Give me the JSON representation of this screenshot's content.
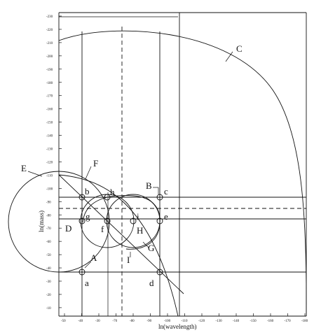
{
  "figure": {
    "x_axis_label": "ln(wavelength)",
    "y_axis_label": "ln(mass)",
    "x_ticks": [
      "-50",
      "-40",
      "-30",
      "-70",
      "-80",
      "-90",
      "-100",
      "-110",
      "-120",
      "-130",
      "-140",
      "-150",
      "-160",
      "-170",
      "-180"
    ],
    "y_ticks": [
      "-230",
      "-220",
      "-210",
      "-200",
      "-190",
      "-180",
      "-170",
      "-160",
      "-150",
      "-140",
      "-130",
      "-120",
      "-110",
      "-100",
      "-90",
      "-80",
      "-70",
      "-60",
      "-50",
      "-40",
      "-30",
      "-20",
      "-10"
    ],
    "point_labels": [
      "a",
      "b",
      "c",
      "d",
      "e",
      "f",
      "g",
      "h",
      "i"
    ],
    "curve_labels": [
      "A",
      "B",
      "C",
      "D",
      "E",
      "F",
      "G",
      "H",
      "I"
    ]
  }
}
